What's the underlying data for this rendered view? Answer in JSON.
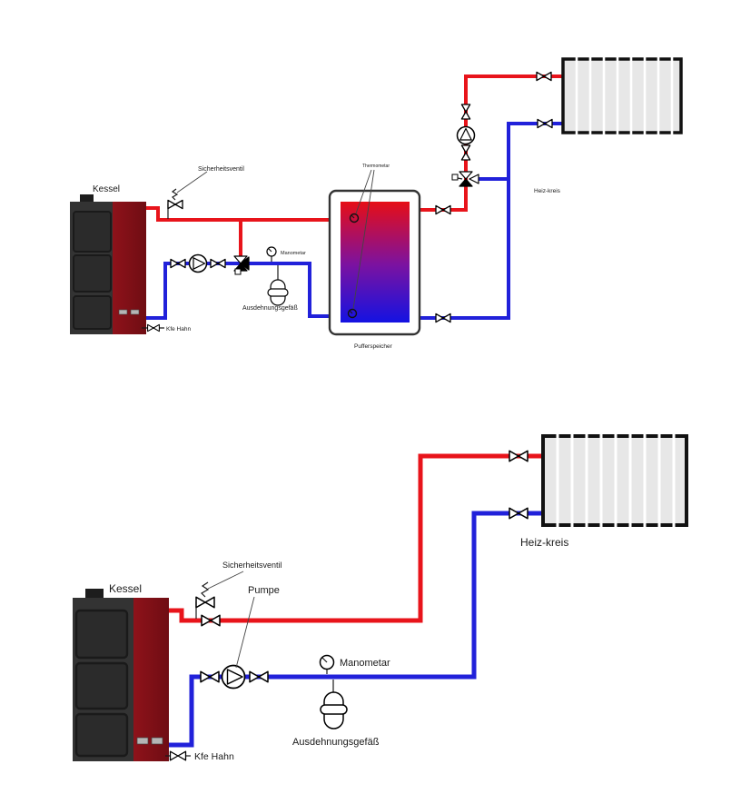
{
  "colors": {
    "pipe_hot": "#e8141b",
    "pipe_cold": "#2121da",
    "boiler_body": "#333333",
    "boiler_front": "#7d1117",
    "radiator_fill": "#e7e7e7",
    "tank_gradient_top": "#e60e16",
    "tank_gradient_mid": "#7c12a0",
    "tank_gradient_bottom": "#1412e2"
  },
  "diagram_top": {
    "labels": {
      "kessel": "Kessel",
      "sicherheitsventil": "Sicherheitsventil",
      "manometar": "Manometar",
      "ausdehnungsgefaess": "Ausdehnungsgefäß",
      "kfe_hahn": "Kfe Hahn",
      "thermometar": "Thermometar",
      "pufferspeicher": "Pufferspeicher",
      "heiz_kreis": "Heiz-kreis"
    }
  },
  "diagram_bottom": {
    "labels": {
      "kessel": "Kessel",
      "sicherheitsventil": "Sicherheitsventil",
      "pumpe": "Pumpe",
      "manometar": "Manometar",
      "ausdehnungsgefaess": "Ausdehnungsgefäß",
      "kfe_hahn": "Kfe Hahn",
      "heiz_kreis": "Heiz-kreis"
    }
  }
}
